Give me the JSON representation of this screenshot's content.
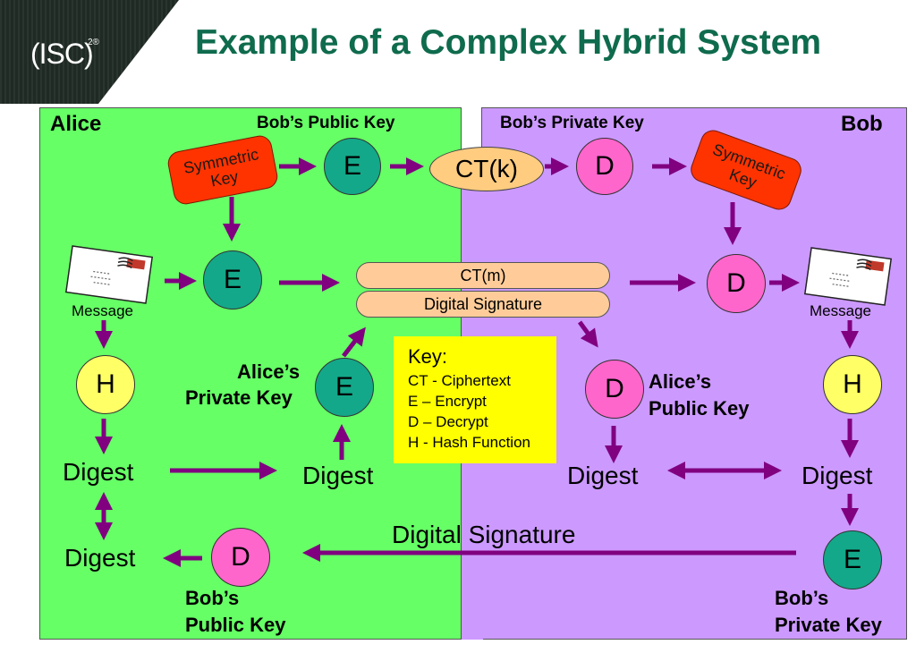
{
  "header": {
    "logo_text": "(ISC)",
    "logo_superscript": "2®",
    "title": "Example of a Complex Hybrid System"
  },
  "alice": {
    "panel_label": "Alice",
    "bob_public_key_label": "Bob’s Public Key",
    "symmetric_key_label": "Symmetric\nKey",
    "encrypt_key_node": "E",
    "encrypt_message_node": "E",
    "message_label": "Message",
    "hash_node": "H",
    "digest_1": "Digest",
    "digest_2": "Digest",
    "digest_3": "Digest",
    "private_key_label_line1": "Alice’s",
    "private_key_label_line2": "Private Key",
    "sign_node": "E",
    "decrypt_node": "D",
    "bob_public_key_bottom_line1": "Bob’s",
    "bob_public_key_bottom_line2": "Public Key"
  },
  "bob": {
    "panel_label": "Bob",
    "bob_private_key_label": "Bob’s Private Key",
    "decrypt_key_node": "D",
    "symmetric_key_label": "Symmetric\nKey",
    "decrypt_message_node": "D",
    "message_label": "Message",
    "hash_node": "H",
    "verify_node": "D",
    "alice_public_key_line1": "Alice’s",
    "alice_public_key_line2": "Public Key",
    "digest_left": "Digest",
    "digest_right": "Digest",
    "sign_node": "E",
    "bob_private_key_bottom_line1": "Bob’s",
    "bob_private_key_bottom_line2": "Private Key"
  },
  "center": {
    "ct_k": "CT(k)",
    "ct_m": "CT(m)",
    "digital_signature_pill": "Digital Signature",
    "digital_signature_flow": "Digital Signature"
  },
  "legend": {
    "title": "Key:",
    "items": [
      "CT - Ciphertext",
      "E – Encrypt",
      "D – Decrypt",
      "H - Hash Function"
    ]
  },
  "colors": {
    "alice_panel": "#66ff66",
    "bob_panel": "#cc99ff",
    "title": "#0f6b4d",
    "arrow": "#800080",
    "encrypt_node": "#13a889",
    "decrypt_node": "#ff66cc",
    "hash_node": "#ffff66",
    "symmetric_key": "#ff3300",
    "legend_box": "#ffff00"
  }
}
